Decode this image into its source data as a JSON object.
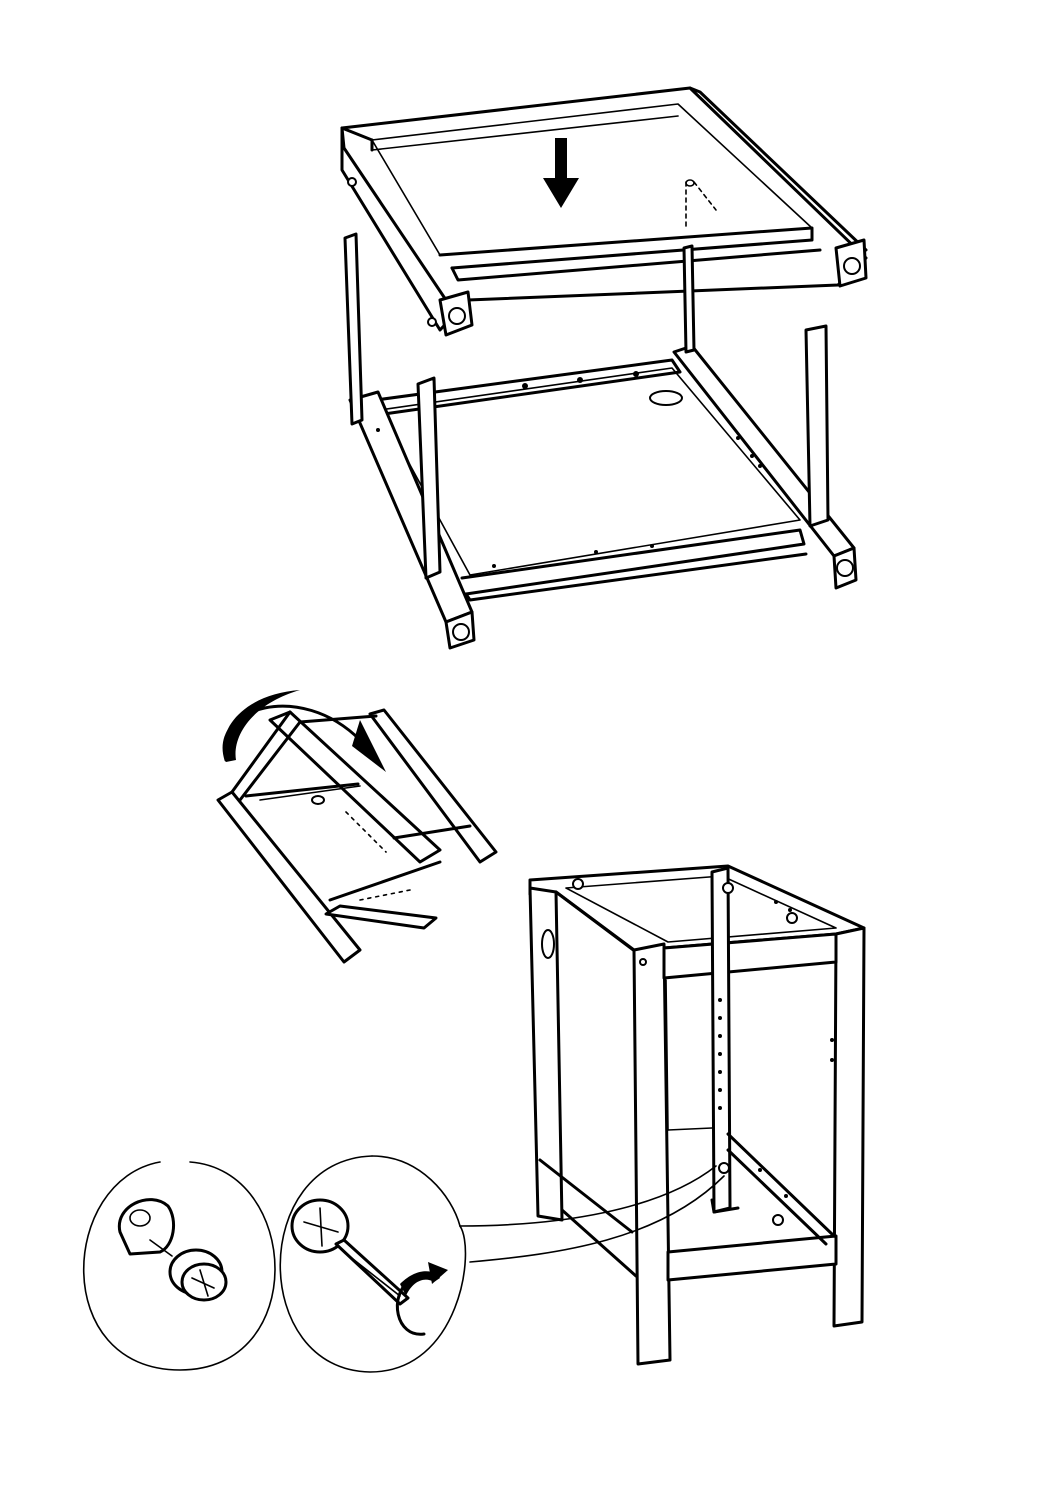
{
  "illustration": {
    "stroke_color": "#000000",
    "background_color": "#ffffff",
    "steps": [
      {
        "id": "step-lower-frame",
        "icons": [
          "arrow-down-icon"
        ]
      },
      {
        "id": "step-flip-frame",
        "icons": [
          "rotate-arrow-icon"
        ]
      },
      {
        "id": "step-cam-lock-detail",
        "icons": [
          "rotate-arrow-icon",
          "screwdriver-icon",
          "cam-lock-icon"
        ]
      }
    ]
  }
}
